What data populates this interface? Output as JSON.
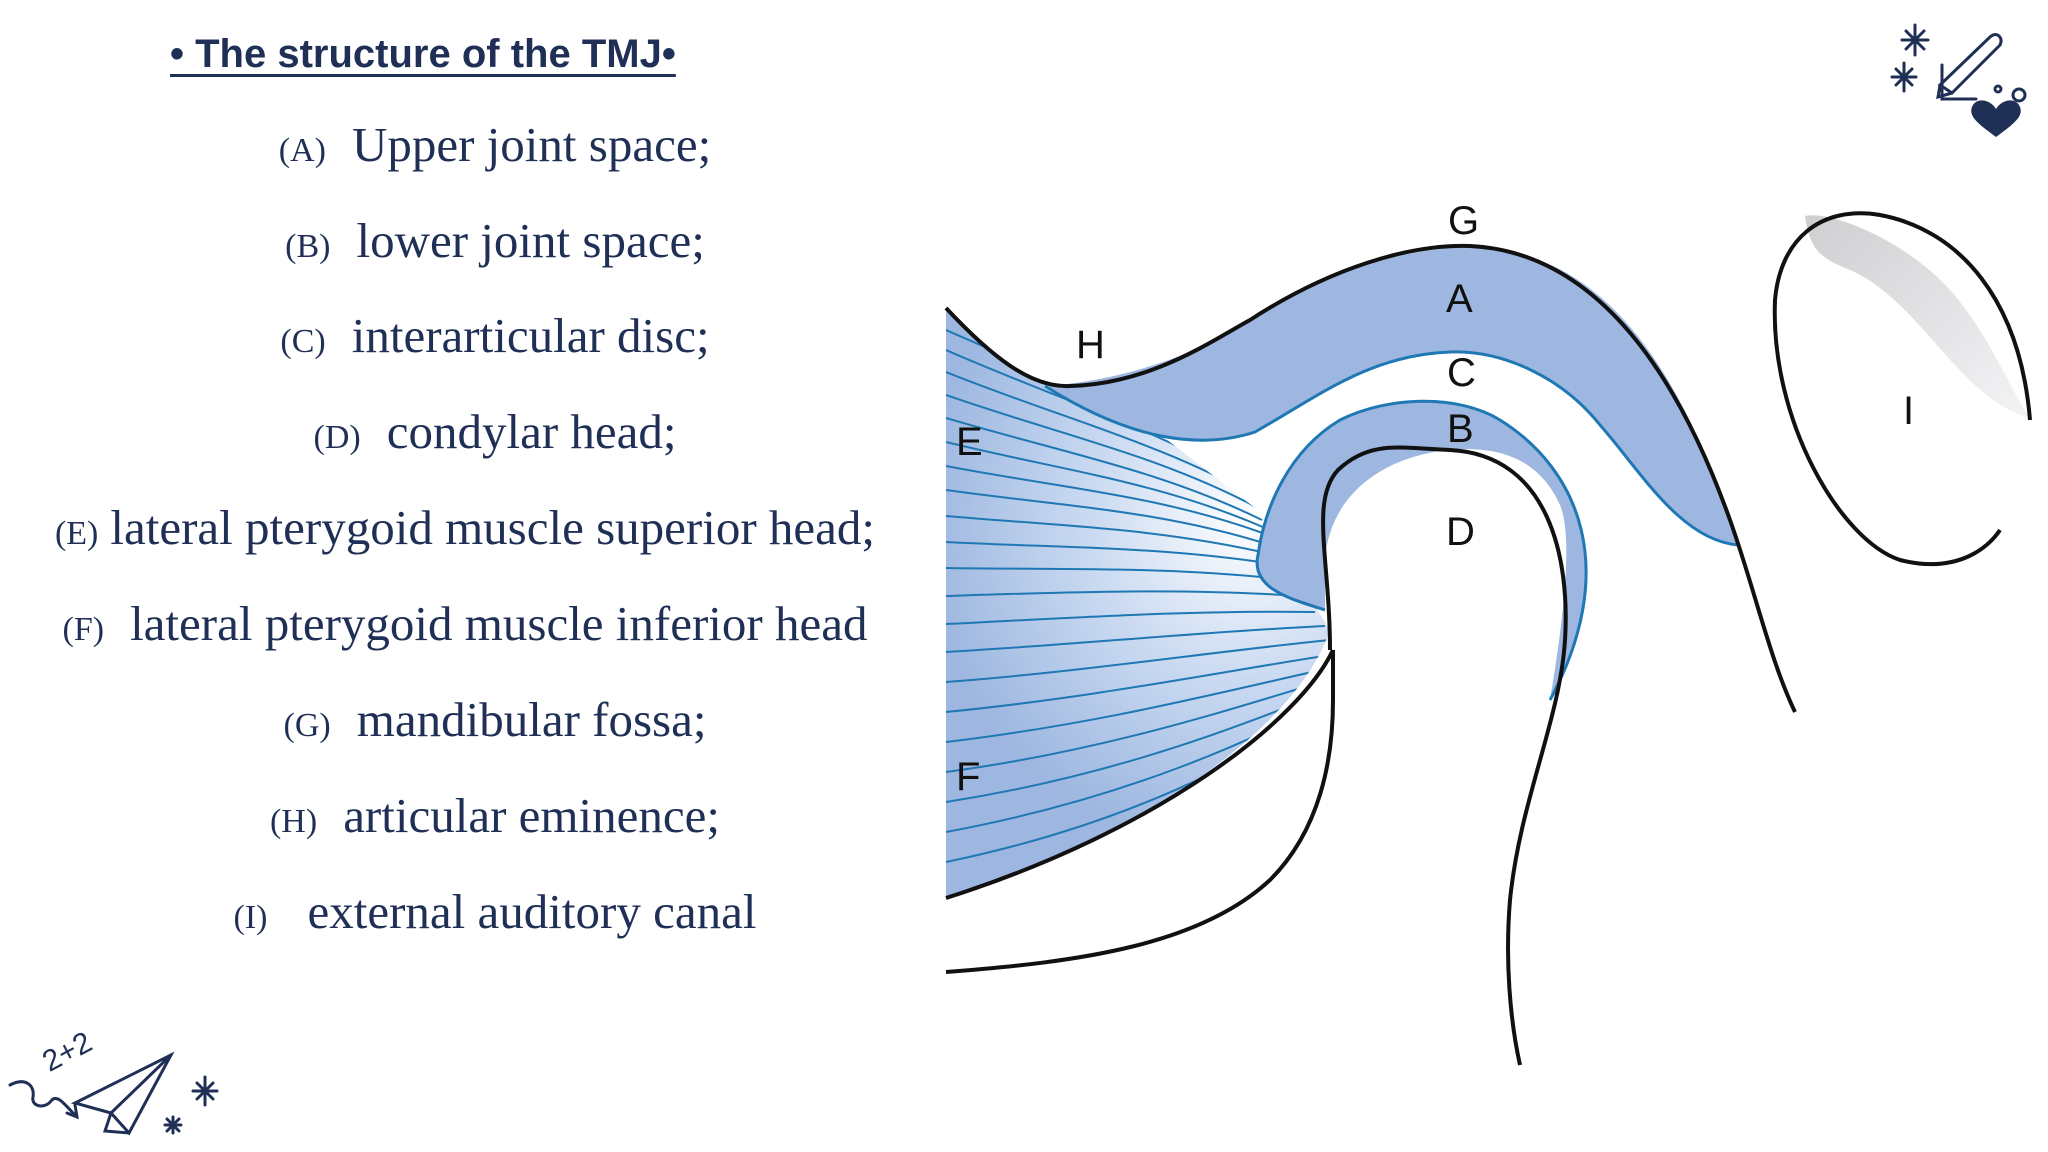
{
  "title": "• The  structure  of  the TMJ•",
  "items": [
    {
      "tag": "(A)",
      "text": "Upper joint space;"
    },
    {
      "tag": "(B)",
      "text": "lower joint space;"
    },
    {
      "tag": "(C)",
      "text": "interarticular disc;"
    },
    {
      "tag": "(D)",
      "text": "condylar head;"
    },
    {
      "tag": "(E)",
      "text": "lateral pterygoid muscle superior head;"
    },
    {
      "tag": "(F)",
      "text": "lateral pterygoid muscle inferior head"
    },
    {
      "tag": "(G)",
      "text": "mandibular fossa;"
    },
    {
      "tag": "(H)",
      "text": "articular eminence;"
    },
    {
      "tag": "(I)",
      "text": "external auditory canal"
    }
  ],
  "diagram": {
    "labels": {
      "G": "G",
      "A": "A",
      "C": "C",
      "B": "B",
      "D": "D",
      "H": "H",
      "E": "E",
      "F": "F",
      "I": "I"
    }
  },
  "doodle": {
    "equation": "2+2"
  },
  "colors": {
    "text": "#1f2f55",
    "tissue": "#9db7e0",
    "tissue_line": "#1f78b4",
    "outline": "#111111"
  }
}
